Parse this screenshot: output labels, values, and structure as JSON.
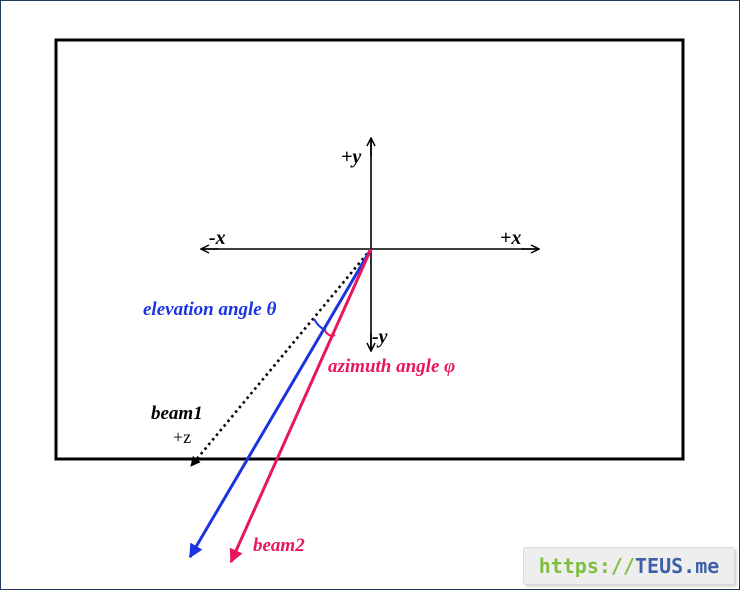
{
  "colors": {
    "axis": "#000000",
    "beam1": "#000000",
    "beam2": "#e8175d",
    "elevation": "#1a35e0",
    "azimuth": "#e8175d",
    "frame": "#000000",
    "watermark_prefix": "#7fbf3f",
    "watermark_name": "#3f5fa8"
  },
  "labels": {
    "plus_y": "+y",
    "minus_y": "-y",
    "plus_x": "+x",
    "minus_x": "-x",
    "plus_z": "+z",
    "beam1": "beam1",
    "beam2": "beam2",
    "elevation": "elevation angle θ",
    "azimuth": "azimuth angle φ"
  },
  "watermark": {
    "prefix": "https://",
    "name": "TEUS.me"
  }
}
